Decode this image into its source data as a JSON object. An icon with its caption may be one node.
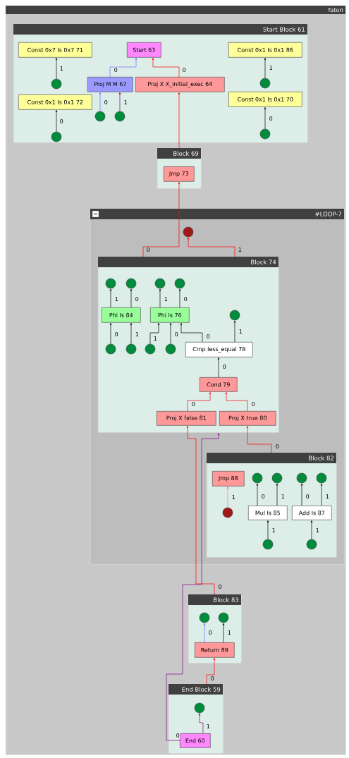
{
  "diagram": {
    "nodes": [
      {
        "text": [
          "fatori"
        ]
      },
      {
        "text": [
          "Start Block 61"
        ],
        "in": 0
      },
      {
        "text": [
          "Const 0x7 Is 0x7 71"
        ],
        "in": 1
      },
      {
        "text": [
          "Start 63"
        ],
        "in": 1
      },
      {
        "text": [
          "Const 0x1 Is 0x1 86"
        ],
        "in": 1
      },
      {
        "text": [],
        "shape": "circle",
        "in": 1
      },
      {
        "text": [
          "Proj M M 67"
        ],
        "in": 1
      },
      {
        "text": [
          "Proj X X_initial_exec 64"
        ],
        "in": 1
      },
      {
        "text": [],
        "shape": "circle",
        "in": 1
      },
      {
        "text": [
          "Const 0x1 Is 0x1 72"
        ],
        "in": 1
      },
      {
        "text": [
          "Const 0x1 Is 0x1 70"
        ],
        "in": 1
      },
      {
        "text": [],
        "shape": "circle",
        "in": 1
      },
      {
        "text": [],
        "shape": "circle",
        "in": 1
      },
      {
        "text": [],
        "shape": "circle",
        "in": 1
      },
      {
        "text": [],
        "shape": "circle",
        "in": 1
      },
      {
        "text": [
          "Block 69"
        ],
        "in": 0
      },
      {
        "text": [
          "Jmp 73"
        ],
        "in": 15
      },
      {
        "text": [
          "#LOOP-7"
        ],
        "in": 0
      },
      {
        "text": [],
        "shape": "circle",
        "in": 17
      },
      {
        "text": [
          "Block 74"
        ],
        "in": 17
      },
      {
        "text": [],
        "shape": "circle",
        "in": 19
      },
      {
        "text": [],
        "shape": "circle",
        "in": 19
      },
      {
        "text": [],
        "shape": "circle",
        "in": 19
      },
      {
        "text": [],
        "shape": "circle",
        "in": 19
      },
      {
        "text": [
          "Phi Is 84"
        ],
        "in": 19
      },
      {
        "text": [
          "Phi Is 76"
        ],
        "in": 19
      },
      {
        "text": [],
        "shape": "circle",
        "in": 19
      },
      {
        "text": [],
        "shape": "circle",
        "in": 19
      },
      {
        "text": [],
        "shape": "circle",
        "in": 19
      },
      {
        "text": [],
        "shape": "circle",
        "in": 19
      },
      {
        "text": [],
        "shape": "circle",
        "in": 19
      },
      {
        "text": [
          "Cmp less_equal 78"
        ],
        "in": 19
      },
      {
        "text": [
          "Cond 79"
        ],
        "in": 19
      },
      {
        "text": [
          "Proj X false 81"
        ],
        "in": 19
      },
      {
        "text": [
          "Proj X true 80"
        ],
        "in": 19
      },
      {
        "text": [
          "Block 82"
        ],
        "in": 17
      },
      {
        "text": [
          "Jmp 88"
        ],
        "in": 35
      },
      {
        "text": [],
        "shape": "circle",
        "in": 35
      },
      {
        "text": [],
        "shape": "circle",
        "in": 35
      },
      {
        "text": [],
        "shape": "circle",
        "in": 35
      },
      {
        "text": [],
        "shape": "circle",
        "in": 35
      },
      {
        "text": [
          "Mul Is 85"
        ],
        "in": 35
      },
      {
        "text": [
          "Add Is 87"
        ],
        "in": 35
      },
      {
        "text": [],
        "shape": "circle",
        "in": 35
      },
      {
        "text": [],
        "shape": "circle",
        "in": 35
      },
      {
        "text": [],
        "shape": "circle",
        "in": 35
      },
      {
        "text": [
          "Block 83"
        ],
        "in": 0
      },
      {
        "text": [],
        "shape": "circle",
        "in": 46
      },
      {
        "text": [],
        "shape": "circle",
        "in": 46
      },
      {
        "text": [
          "Return 89"
        ],
        "in": 46
      },
      {
        "text": [
          "End Block 59"
        ],
        "in": 0
      },
      {
        "text": [],
        "shape": "circle",
        "in": 50
      },
      {
        "text": [
          "End 60"
        ],
        "in": 50
      }
    ],
    "edges": [
      {
        "from": 5,
        "to": 2,
        "arrow": "to",
        "label": "1"
      },
      {
        "from": 13,
        "to": 9,
        "arrow": "to",
        "label": "0"
      },
      {
        "from": 6,
        "to": 3,
        "arrow": "to",
        "label": "0",
        "color": "#6b6bff"
      },
      {
        "from": 7,
        "to": 3,
        "arrow": "to",
        "label": "0",
        "color": "#ff0000"
      },
      {
        "from": 11,
        "to": 6,
        "arrow": "to",
        "label": "0",
        "color": "#6b6bff"
      },
      {
        "from": 12,
        "to": 6,
        "arrow": "to",
        "label": "1",
        "color": "#800080"
      },
      {
        "from": 8,
        "to": 4,
        "arrow": "to",
        "label": "1"
      },
      {
        "from": 14,
        "to": 10,
        "arrow": "to",
        "label": "0"
      },
      {
        "from": 15,
        "to": 7,
        "arrow": "to",
        "color": "#ff0000"
      },
      {
        "from": 19,
        "to": 16,
        "arrow": "to",
        "label": "0",
        "color": "#ff0000"
      },
      {
        "from": 19,
        "to": 18,
        "arrow": "to",
        "label": "1",
        "color": "#ff0000"
      },
      {
        "from": 24,
        "to": 20,
        "arrow": "to",
        "label": "1"
      },
      {
        "from": 24,
        "to": 21,
        "arrow": "to",
        "label": "0"
      },
      {
        "from": 25,
        "to": 22,
        "arrow": "to",
        "label": "1"
      },
      {
        "from": 25,
        "to": 23,
        "arrow": "to",
        "label": "0"
      },
      {
        "from": 27,
        "to": 24,
        "arrow": "to",
        "label": "0"
      },
      {
        "from": 28,
        "to": 24,
        "arrow": "to",
        "label": "1"
      },
      {
        "from": 29,
        "to": 25,
        "arrow": "to",
        "label": "1"
      },
      {
        "from": 30,
        "to": 25,
        "arrow": "to",
        "label": "0"
      },
      {
        "from": 31,
        "to": 25,
        "arrow": "to",
        "label": "0"
      },
      {
        "from": 31,
        "to": 26,
        "arrow": "to",
        "label": "1"
      },
      {
        "from": 32,
        "to": 31,
        "arrow": "to",
        "label": "0"
      },
      {
        "from": 33,
        "to": 32,
        "arrow": "to",
        "label": "0",
        "color": "#ff0000"
      },
      {
        "from": 34,
        "to": 32,
        "arrow": "to",
        "label": "0",
        "color": "#ff0000"
      },
      {
        "from": 46,
        "to": 33,
        "arrow": "to",
        "label": "0",
        "color": "#ff0000"
      },
      {
        "from": 52,
        "to": 19,
        "arrow": "to",
        "label": "0",
        "color": "#800080"
      },
      {
        "from": 35,
        "to": 34,
        "arrow": "to",
        "label": "0",
        "color": "#ff0000"
      },
      {
        "from": 43,
        "to": 36,
        "arrow": "to",
        "label": "1",
        "color": "#f08080"
      },
      {
        "from": 41,
        "to": 37,
        "arrow": "to",
        "label": "0"
      },
      {
        "from": 41,
        "to": 38,
        "arrow": "to",
        "label": "1"
      },
      {
        "from": 42,
        "to": 39,
        "arrow": "to",
        "label": "0"
      },
      {
        "from": 42,
        "to": 40,
        "arrow": "to",
        "label": "1"
      },
      {
        "from": 44,
        "to": 41,
        "arrow": "to",
        "label": "1"
      },
      {
        "from": 45,
        "to": 42,
        "arrow": "to",
        "label": "1"
      },
      {
        "from": 49,
        "to": 47,
        "arrow": "to",
        "label": "0",
        "color": "#6b6bff"
      },
      {
        "from": 49,
        "to": 48,
        "arrow": "to",
        "label": "1"
      },
      {
        "from": 50,
        "to": 49,
        "arrow": "to",
        "label": "0",
        "color": "#ff0000"
      },
      {
        "from": 52,
        "to": 51,
        "arrow": "to",
        "label": "1",
        "color": "#800080"
      }
    ]
  }
}
